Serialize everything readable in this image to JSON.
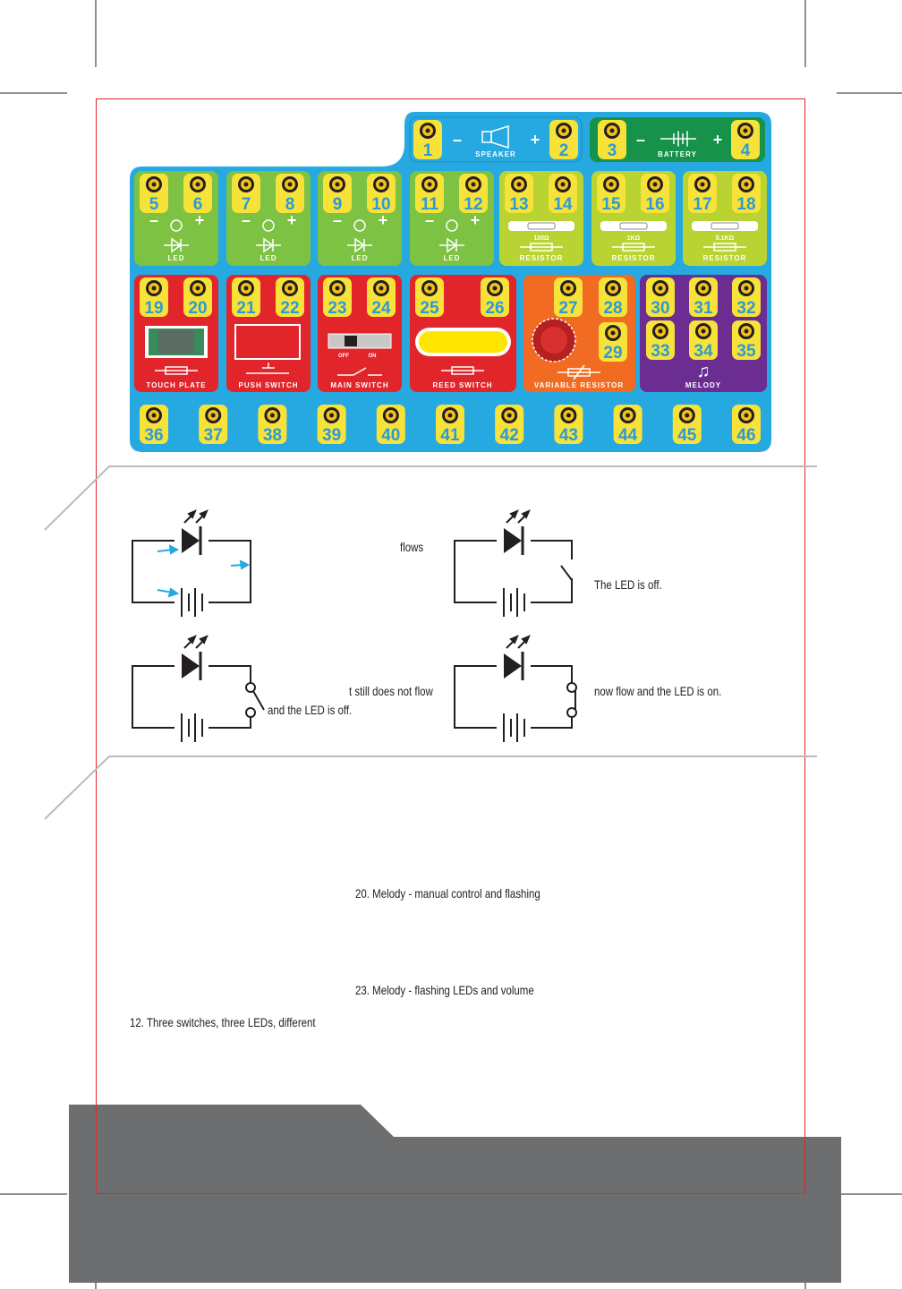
{
  "board": {
    "colors": {
      "blue": "#26a9e0",
      "green": "#7dc242",
      "lime": "#b9d432",
      "red": "#e2252b",
      "orange": "#f26b22",
      "purple": "#6b2d91",
      "battery": "#16924a",
      "terminal": "#f7e23a",
      "number": "#2b9bd6"
    },
    "speaker": {
      "label": "SPEAKER",
      "minus": "–",
      "plus": "+",
      "terminals": [
        "1",
        "2"
      ]
    },
    "battery": {
      "label": "BATTERY",
      "minus": "–",
      "plus": "+",
      "terminals": [
        "3",
        "4"
      ]
    },
    "leds": [
      {
        "label": "LED",
        "minus": "–",
        "plus": "+",
        "terminals": [
          "5",
          "6"
        ]
      },
      {
        "label": "LED",
        "minus": "–",
        "plus": "+",
        "terminals": [
          "7",
          "8"
        ]
      },
      {
        "label": "LED",
        "minus": "–",
        "plus": "+",
        "terminals": [
          "9",
          "10"
        ]
      },
      {
        "label": "LED",
        "minus": "–",
        "plus": "+",
        "terminals": [
          "11",
          "12"
        ]
      }
    ],
    "resistors": [
      {
        "label": "RESISTOR",
        "value": "100Ω",
        "terminals": [
          "13",
          "14"
        ]
      },
      {
        "label": "RESISTOR",
        "value": "1KΩ",
        "terminals": [
          "15",
          "16"
        ]
      },
      {
        "label": "RESISTOR",
        "value": "5.1KΩ",
        "terminals": [
          "17",
          "18"
        ]
      }
    ],
    "touch_plate": {
      "label": "TOUCH PLATE",
      "terminals": [
        "19",
        "20"
      ]
    },
    "push_switch": {
      "label": "PUSH SWITCH",
      "terminals": [
        "21",
        "22"
      ]
    },
    "main_switch": {
      "label": "MAIN SWITCH",
      "off": "OFF",
      "on": "ON",
      "terminals": [
        "23",
        "24"
      ]
    },
    "reed_switch": {
      "label": "REED SWITCH",
      "terminals": [
        "25",
        "26"
      ]
    },
    "variable_resistor": {
      "label": "VARIABLE RESISTOR",
      "terminals": [
        "27",
        "28",
        "29"
      ]
    },
    "melody": {
      "label": "MELODY",
      "icon": "music-note-icon",
      "terminals": [
        "30",
        "31",
        "32",
        "33",
        "34",
        "35"
      ]
    },
    "bottom_terminals": [
      "36",
      "37",
      "38",
      "39",
      "40",
      "41",
      "42",
      "43",
      "44",
      "45",
      "46"
    ]
  },
  "circuits": {
    "text_1": "flows",
    "text_2": "The LED is off.",
    "text_3_line1": "t still does not flow",
    "text_3_line2": "and the LED is off.",
    "text_4": "now flow and the LED is on."
  },
  "projects": {
    "item_20": "20. Melody - manual control and flashing",
    "item_23": "23. Melody - flashing LEDs and volume",
    "item_12": "12. Three switches, three LEDs, different"
  }
}
